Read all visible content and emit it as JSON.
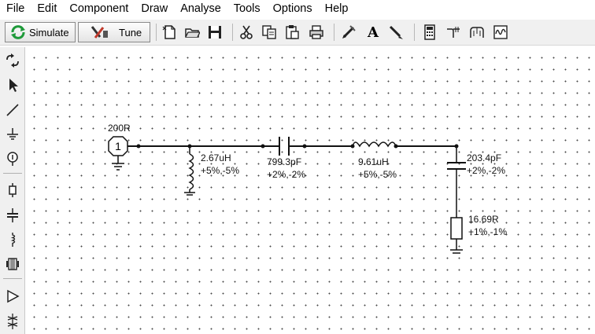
{
  "menu": [
    "File",
    "Edit",
    "Component",
    "Draw",
    "Analyse",
    "Tools",
    "Options",
    "Help"
  ],
  "toolbar": {
    "simulate_label": "Simulate",
    "tune_label": "Tune",
    "text_tool_glyph": "A"
  },
  "schematic": {
    "source": {
      "label": "200R",
      "symbol": "1"
    },
    "components": [
      {
        "id": "L1",
        "value": "2.67uH",
        "tolerance": "+5%,-5%"
      },
      {
        "id": "C1",
        "value": "799.3pF",
        "tolerance": "+2%,-2%"
      },
      {
        "id": "L2",
        "value": "9.61uH",
        "tolerance": "+5%,-5%"
      },
      {
        "id": "C2",
        "value": "203.4pF",
        "tolerance": "+2%,-2%"
      },
      {
        "id": "R1",
        "value": "16.69R",
        "tolerance": "+1%,-1%"
      }
    ]
  },
  "colors": {
    "accent_green": "#1f9a3a",
    "accent_red": "#c0392b",
    "toolbar_bg": "#f0f0f0"
  }
}
